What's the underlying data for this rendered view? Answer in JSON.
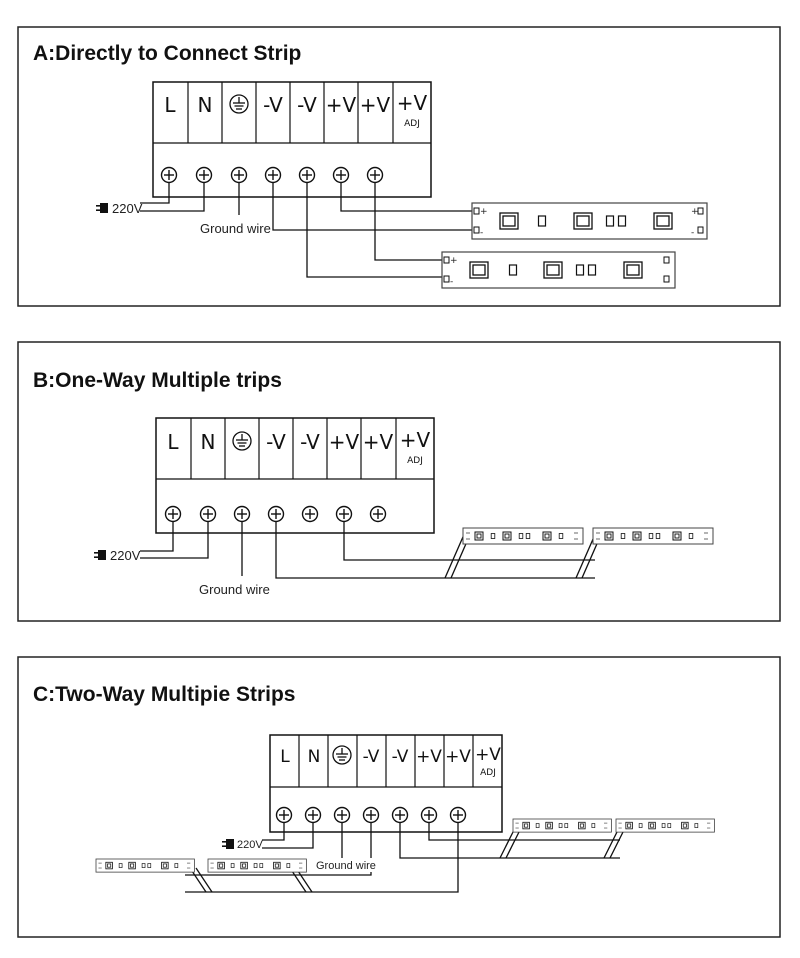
{
  "panels": [
    {
      "title": "A:Directly to Connect Strip"
    },
    {
      "title": "B:One-Way Multiple trips"
    },
    {
      "title": "C:Two-Way Multipie Strips"
    }
  ],
  "terminals": {
    "l": "L",
    "n": "N",
    "neg1": "-V",
    "neg2": "-V",
    "pos1": "+V",
    "pos2": "+V",
    "pos3": "+V",
    "adj": "ADJ"
  },
  "labels": {
    "mains": "220V",
    "ground": "Ground wire",
    "plus": "+",
    "minus": "-"
  }
}
